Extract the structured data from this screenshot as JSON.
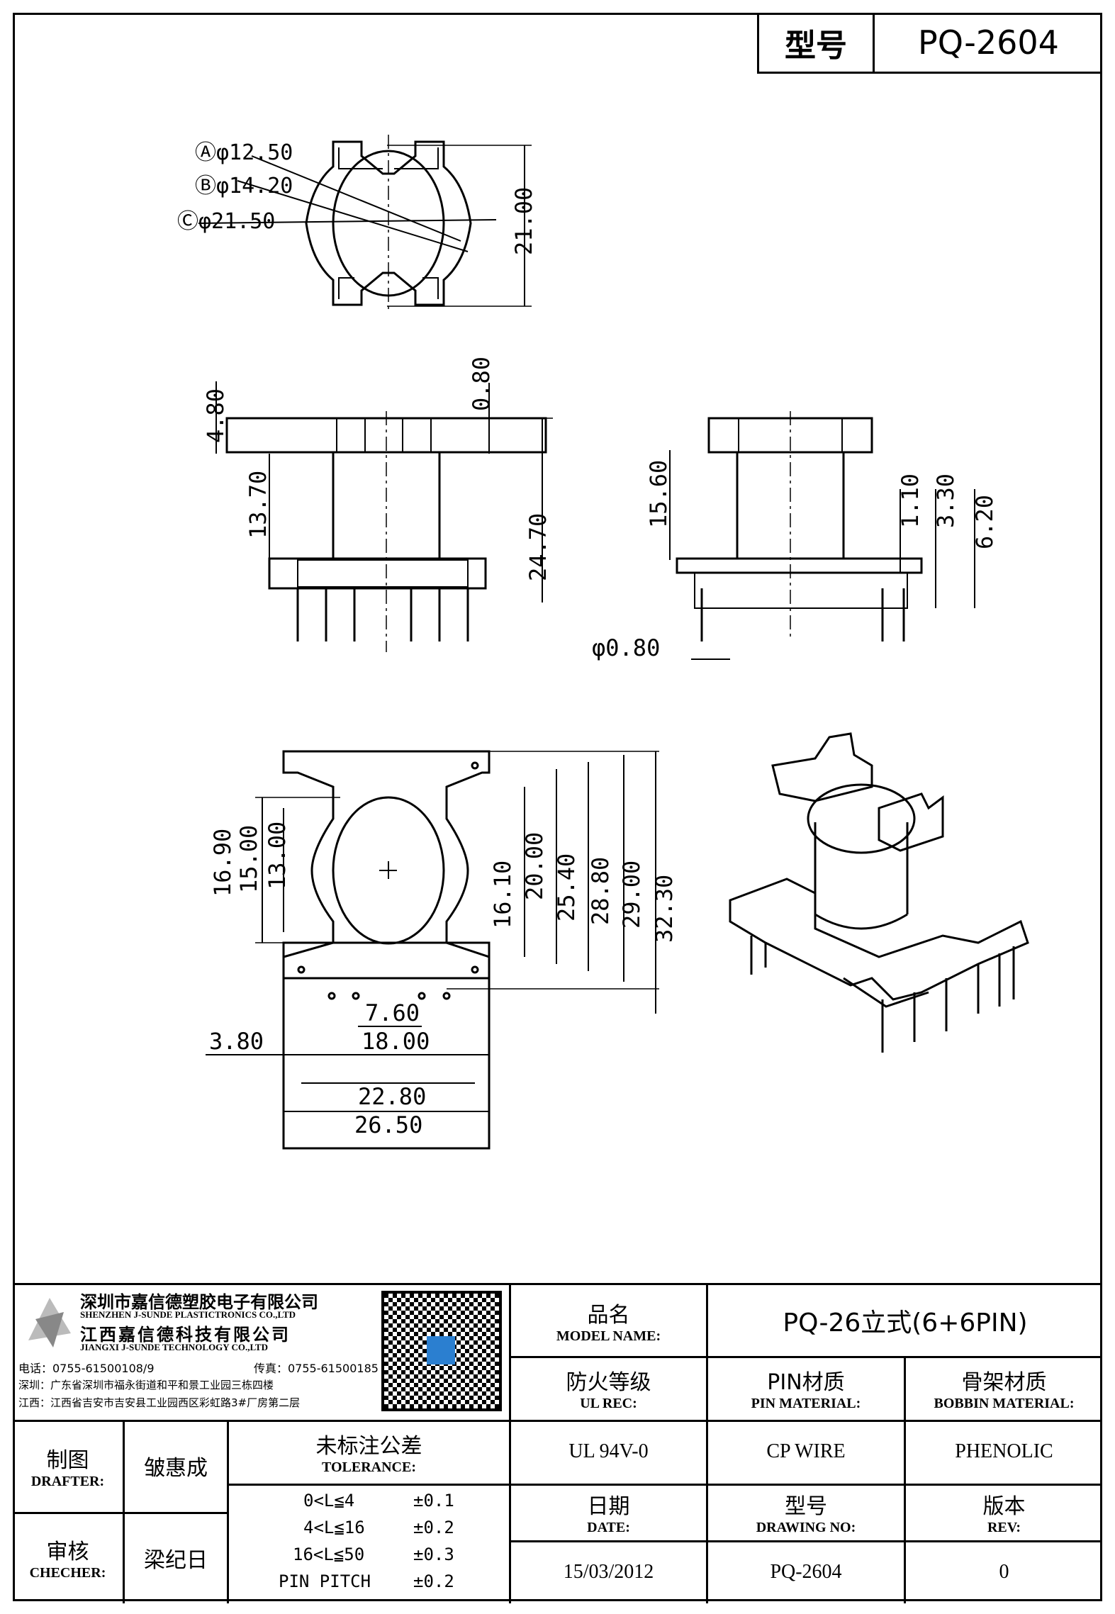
{
  "header": {
    "model_label": "型号",
    "model_value": "PQ-2604"
  },
  "company": {
    "name_cn": "深圳市嘉信德塑胶电子有限公司",
    "name_en": "SHENZHEN J-SUNDE PLASTICTRONICS CO.,LTD",
    "name2_cn": "江西嘉信德科技有限公司",
    "name2_en": "JIANGXI J-SUNDE TECHNOLOGY CO.,LTD",
    "tel": "电话：0755-61500108/9",
    "fax": "传真：0755-61500185",
    "addr_sz": "深圳：广东省深圳市福永街道和平和景工业园三栋四楼",
    "addr_jx": "江西：江西省吉安市吉安县工业园西区彩虹路3#厂房第二层"
  },
  "titleblock": {
    "model_name_cn": "品名",
    "model_name_en": "MODEL NAME:",
    "model_name_value": "PQ-26立式(6+6PIN)",
    "ul_cn": "防火等级",
    "ul_en": "UL REC:",
    "ul_value": "UL 94V-0",
    "pin_cn": "PIN材质",
    "pin_en": "PIN MATERIAL:",
    "pin_value": "CP WIRE",
    "bobbin_cn": "骨架材质",
    "bobbin_en": "BOBBIN MATERIAL:",
    "bobbin_value": "PHENOLIC",
    "drafter_cn": "制图",
    "drafter_en": "DRAFTER:",
    "drafter_value": "皱惠成",
    "checker_cn": "审核",
    "checker_en": "CHECHER:",
    "checker_value": "梁纪日",
    "tol_cn": "未标注公差",
    "tol_en": "TOLERANCE:",
    "tol_rows": [
      {
        "range": "0<L≦4",
        "value": "±0.1"
      },
      {
        "range": "4<L≦16",
        "value": "±0.2"
      },
      {
        "range": "16<L≦50",
        "value": "±0.3"
      },
      {
        "range": "PIN PITCH",
        "value": "±0.2"
      }
    ],
    "date_cn": "日期",
    "date_en": "DATE:",
    "date_value": "15/03/2012",
    "drawing_cn": "型号",
    "drawing_en": "DRAWING NO:",
    "drawing_value": "PQ-2604",
    "rev_cn": "版本",
    "rev_en": "REV:",
    "rev_value": "0"
  },
  "dims": {
    "A": "Ⓐφ12.50",
    "B": "Ⓑφ14.20",
    "C": "Ⓒφ21.50",
    "D_top": "21.00",
    "D_side": "4.80",
    "F": "0.80",
    "E": "13.70",
    "G": "24.70",
    "H": "15.60",
    "I": "1.10",
    "J": "3.30",
    "K": "6.20",
    "L": "φ0.80",
    "M": "20.00",
    "N": "25.40",
    "U": "28.80",
    "O": "29.00",
    "V": "32.30",
    "T": "16.10",
    "h1": "16.90",
    "h2": "15.00",
    "h3": "13.00",
    "P": "3.80",
    "Q": "7.60",
    "V2": "18.00",
    "R": "22.80",
    "S": "26.50"
  }
}
